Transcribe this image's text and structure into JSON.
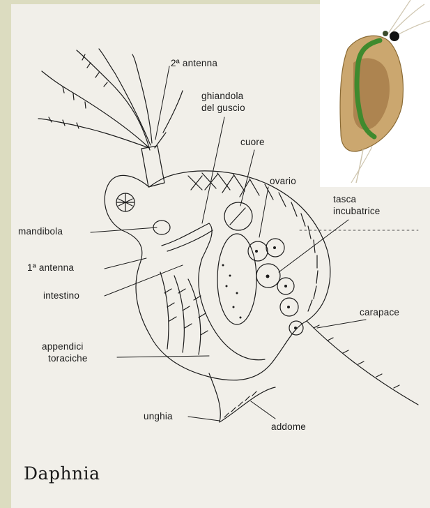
{
  "labels": {
    "second_antenna": "2ª antenna",
    "shell_gland_1": "ghiandola",
    "shell_gland_2": "del guscio",
    "heart": "cuore",
    "ovary": "ovario",
    "brood_pouch_1": "tasca",
    "brood_pouch_2": "incubatrice",
    "mandible": "mandibola",
    "first_antenna": "1ª antenna",
    "intestine": "intestino",
    "carapace": "carapace",
    "thoracic_appendages_1": "appendici",
    "thoracic_appendages_2": "toraciche",
    "claw": "unghia",
    "abdomen": "addome"
  },
  "caption": "Daphnia",
  "colors": {
    "paper": "#f1efe9",
    "border": "#dcdcc0",
    "ink": "#1b1b1b",
    "gut_green": "#3f8a2e",
    "body_amber": "#b9893f"
  },
  "inset": {
    "icon": "daphnia-photo"
  }
}
